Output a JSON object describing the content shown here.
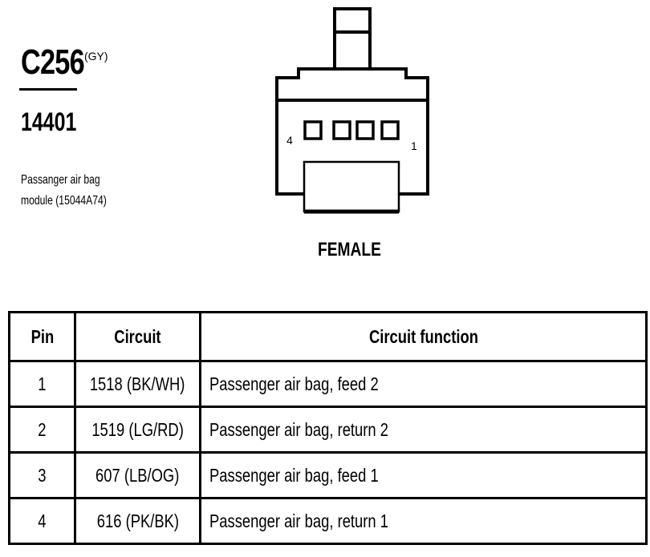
{
  "connector": {
    "id": "C256",
    "color": "(GY)",
    "part_number": "14401",
    "description_lines": [
      "Passanger air bag",
      "module (15044A74)"
    ],
    "gender": "FEMALE",
    "pin_labels": {
      "left": "4",
      "right": "1"
    }
  },
  "table": {
    "headers": {
      "pin": "Pin",
      "circuit": "Circuit",
      "function": "Circuit function"
    },
    "rows": [
      {
        "pin": "1",
        "circuit": "1518 (BK/WH)",
        "function": "Passenger air bag, feed 2"
      },
      {
        "pin": "2",
        "circuit": "1519 (LG/RD)",
        "function": "Passenger air bag, return 2"
      },
      {
        "pin": "3",
        "circuit": "607 (LB/OG)",
        "function": "Passenger air bag, feed 1"
      },
      {
        "pin": "4",
        "circuit": "616 (PK/BK)",
        "function": "Passenger air bag, return 1"
      }
    ]
  }
}
